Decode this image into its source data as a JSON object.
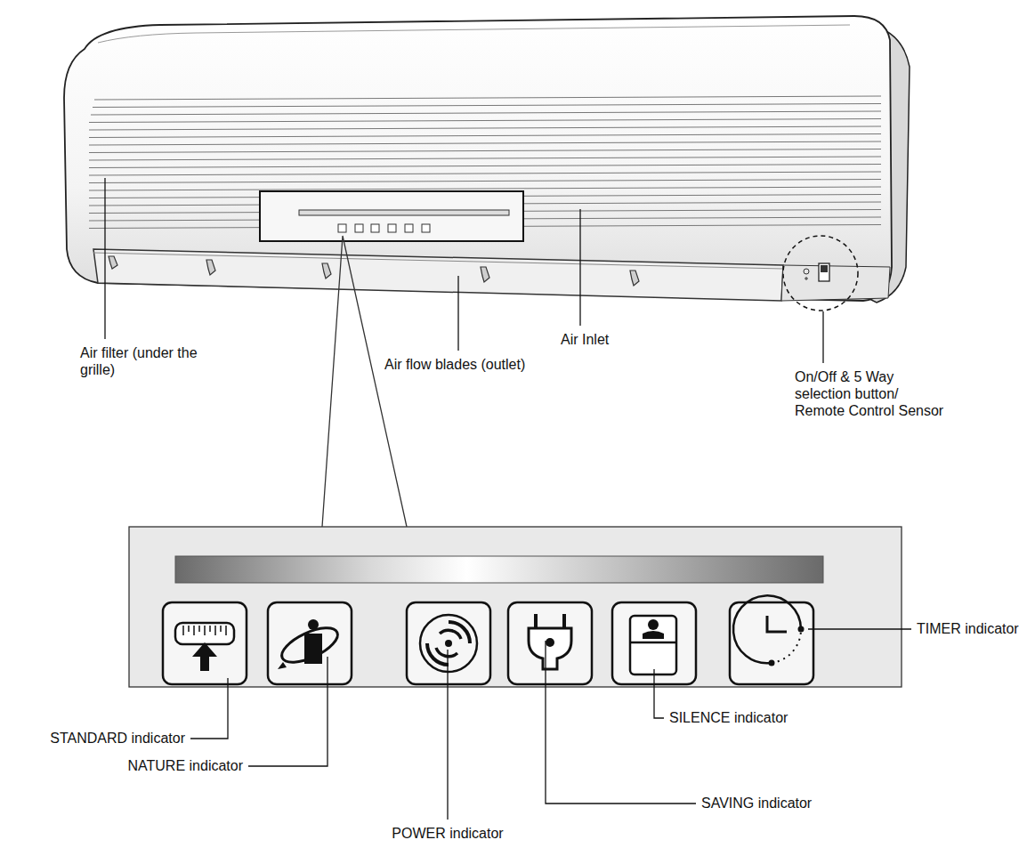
{
  "diagram": {
    "labels": [
      "Air filter (under the grille)",
      "Air flow blades (outlet)",
      "Air Inlet",
      "On/Off & 5 Way selection button/ Remote Control Sensor",
      "STANDARD indicator",
      "NATURE indicator",
      "POWER indicator",
      "SAVING indicator",
      "SILENCE indicator",
      "TIMER indicator"
    ]
  }
}
